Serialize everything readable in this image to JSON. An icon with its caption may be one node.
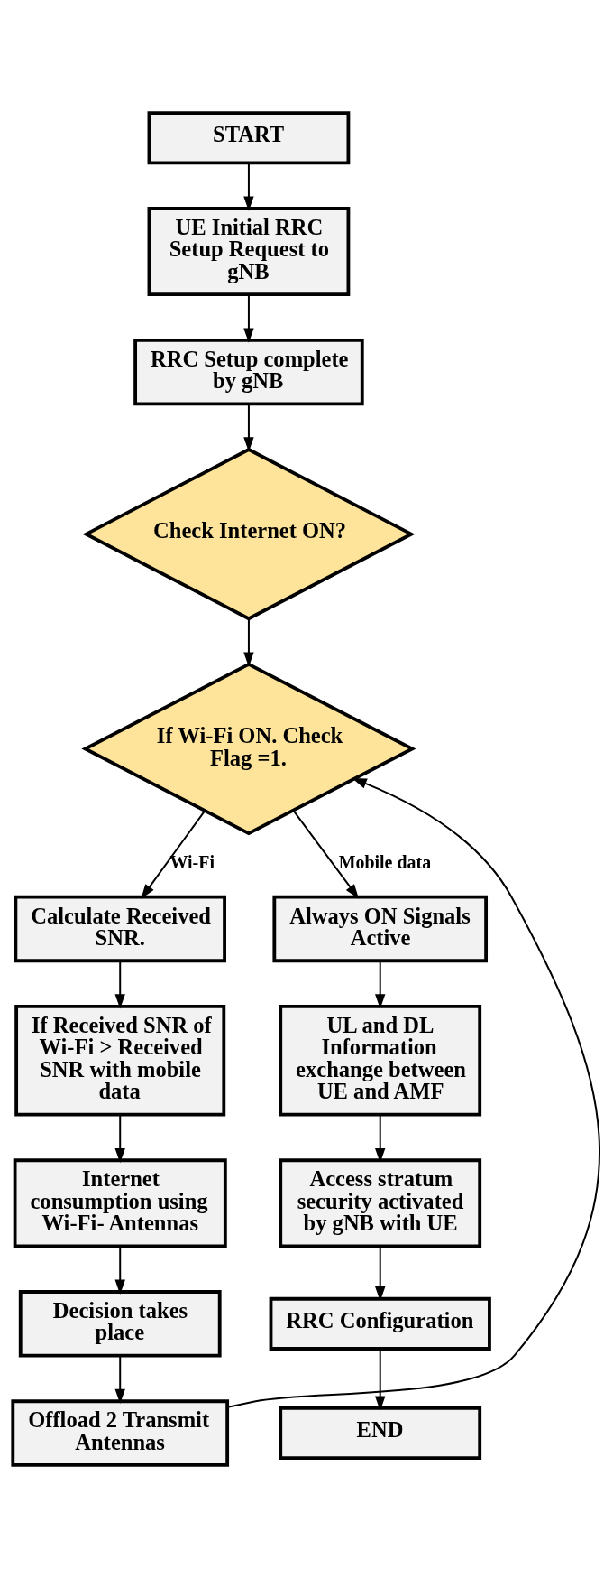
{
  "diagram": {
    "nodes": [
      {
        "text": [
          "START"
        ]
      },
      {
        "text": [
          "UE Initial RRC Setup Request to gNB"
        ]
      },
      {
        "text": [
          "RRC Setup complete by gNB"
        ]
      },
      {
        "text": [
          "Check Internet ON?"
        ]
      },
      {
        "text": [
          "If Wi-Fi ON. Check Flag =1."
        ]
      },
      {
        "text": [
          "Calculate Received SNR."
        ]
      },
      {
        "text": [
          "If Received SNR of Wi-Fi > Received SNR with mobile data"
        ]
      },
      {
        "text": [
          "Internet consumption using Wi-Fi- Antennas"
        ]
      },
      {
        "text": [
          "Decision takes place"
        ]
      },
      {
        "text": [
          "Offload 2 Transmit Antennas"
        ]
      },
      {
        "text": [
          "Always ON Signals Active"
        ]
      },
      {
        "text": [
          "UL and DL Information exchange between UE and AMF"
        ]
      },
      {
        "text": [
          "Access stratum security activated by gNB with UE"
        ]
      },
      {
        "text": [
          "RRC Configuration"
        ]
      },
      {
        "text": [
          "END"
        ]
      }
    ],
    "edges": [
      {
        "from": 0,
        "to": 1,
        "arrow": "to"
      },
      {
        "from": 1,
        "to": 2,
        "arrow": "to"
      },
      {
        "from": 2,
        "to": 3,
        "arrow": "to"
      },
      {
        "from": 3,
        "to": 4,
        "arrow": "to"
      },
      {
        "from": 4,
        "to": 5,
        "arrow": "to",
        "label": "Wi-Fi"
      },
      {
        "from": 5,
        "to": 6,
        "arrow": "to"
      },
      {
        "from": 6,
        "to": 7,
        "arrow": "to"
      },
      {
        "from": 7,
        "to": 8,
        "arrow": "to"
      },
      {
        "from": 8,
        "to": 9,
        "arrow": "to"
      },
      {
        "from": 9,
        "to": 4,
        "arrow": "to"
      },
      {
        "from": 4,
        "to": 10,
        "arrow": "to",
        "label": "Mobile data"
      },
      {
        "from": 10,
        "to": 11,
        "arrow": "to"
      },
      {
        "from": 11,
        "to": 12,
        "arrow": "to"
      },
      {
        "from": 12,
        "to": 13,
        "arrow": "to"
      },
      {
        "from": 13,
        "to": 14,
        "arrow": "to"
      }
    ]
  }
}
